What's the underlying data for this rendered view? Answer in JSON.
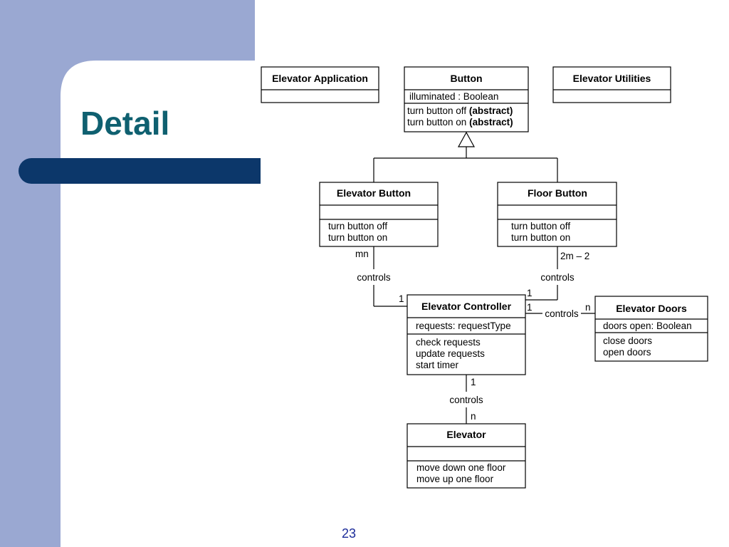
{
  "slide": {
    "title": "Detail",
    "page_number": "23"
  },
  "diagram": {
    "classes": {
      "elevator_application": {
        "name": "Elevator Application",
        "attributes": [],
        "operations": []
      },
      "button": {
        "name": "Button",
        "attributes": [
          "illuminated : Boolean"
        ],
        "operations": [
          {
            "text": "turn button off",
            "tag": "(abstract)"
          },
          {
            "text": "turn button on",
            "tag": "(abstract)"
          }
        ]
      },
      "elevator_utilities": {
        "name": "Elevator Utilities",
        "attributes": [],
        "operations": []
      },
      "elevator_button": {
        "name": "Elevator Button",
        "attributes": [],
        "operations": [
          "turn button off",
          "turn button on"
        ]
      },
      "floor_button": {
        "name": "Floor Button",
        "attributes": [],
        "operations": [
          "turn button off",
          "turn button on"
        ]
      },
      "elevator_controller": {
        "name": "Elevator Controller",
        "attributes": [
          "requests: requestType"
        ],
        "operations": [
          "check requests",
          "update requests",
          "start timer"
        ]
      },
      "elevator_doors": {
        "name": "Elevator Doors",
        "attributes": [
          "doors open: Boolean"
        ],
        "operations": [
          "close doors",
          "open doors"
        ]
      },
      "elevator": {
        "name": "Elevator",
        "attributes": [],
        "operations": [
          "move down one floor",
          "move up one floor"
        ]
      }
    },
    "associations": {
      "elevator_button_controller": {
        "label": "controls",
        "multiplicity_source": "mn",
        "multiplicity_target": "1"
      },
      "floor_button_controller": {
        "label": "controls",
        "multiplicity_source": "2m – 2",
        "multiplicity_target": "1"
      },
      "controller_doors": {
        "label": "controls",
        "multiplicity_source": "1",
        "multiplicity_target": "n"
      },
      "controller_elevator": {
        "label": "controls",
        "multiplicity_source": "1",
        "multiplicity_target": "n"
      }
    }
  }
}
